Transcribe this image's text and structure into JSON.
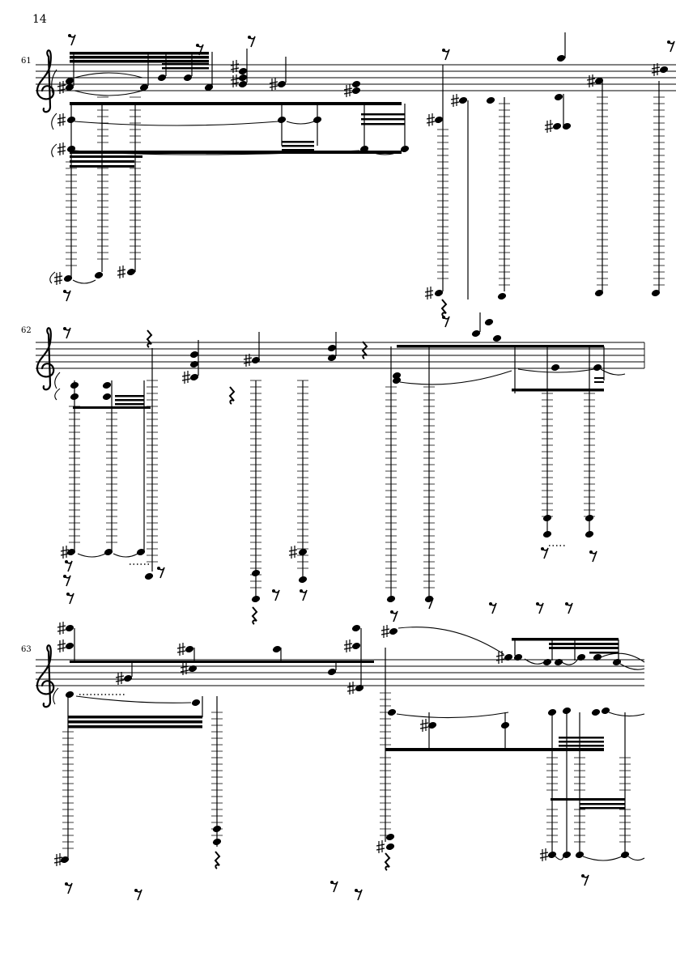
{
  "page": {
    "number": "14",
    "systems": [
      {
        "measure": "61"
      },
      {
        "measure": "62"
      },
      {
        "measure": "63"
      }
    ]
  },
  "clef": "treble-clef-icon",
  "colors": {
    "ink": "#000000",
    "paper": "#ffffff"
  }
}
